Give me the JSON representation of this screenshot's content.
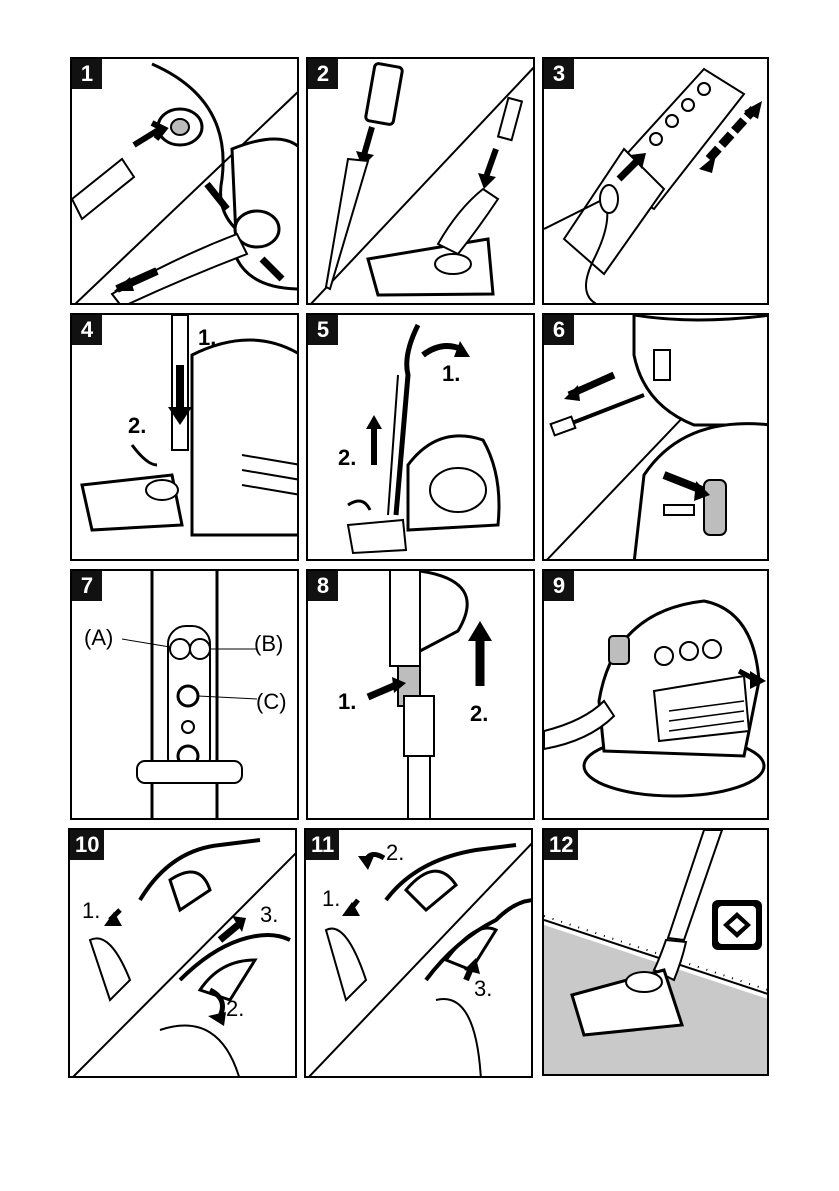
{
  "panels": [
    {
      "number": "1"
    },
    {
      "number": "2"
    },
    {
      "number": "3"
    },
    {
      "number": "4",
      "callouts": [
        "1.",
        "2."
      ]
    },
    {
      "number": "5",
      "callouts": [
        "1.",
        "2."
      ]
    },
    {
      "number": "6"
    },
    {
      "number": "7",
      "callouts": [
        "(A)",
        "(B)",
        "(C)"
      ]
    },
    {
      "number": "8",
      "callouts": [
        "1.",
        "2."
      ]
    },
    {
      "number": "9"
    },
    {
      "number": "10",
      "callouts": [
        "1.",
        "3.",
        "2."
      ]
    },
    {
      "number": "11",
      "callouts": [
        "2.",
        "1.",
        "3."
      ]
    },
    {
      "number": "12",
      "icon": "floor-mode-icon"
    }
  ],
  "colors": {
    "ink": "#000000",
    "grey_fill": "#bdbdbd",
    "paper": "#ffffff"
  }
}
